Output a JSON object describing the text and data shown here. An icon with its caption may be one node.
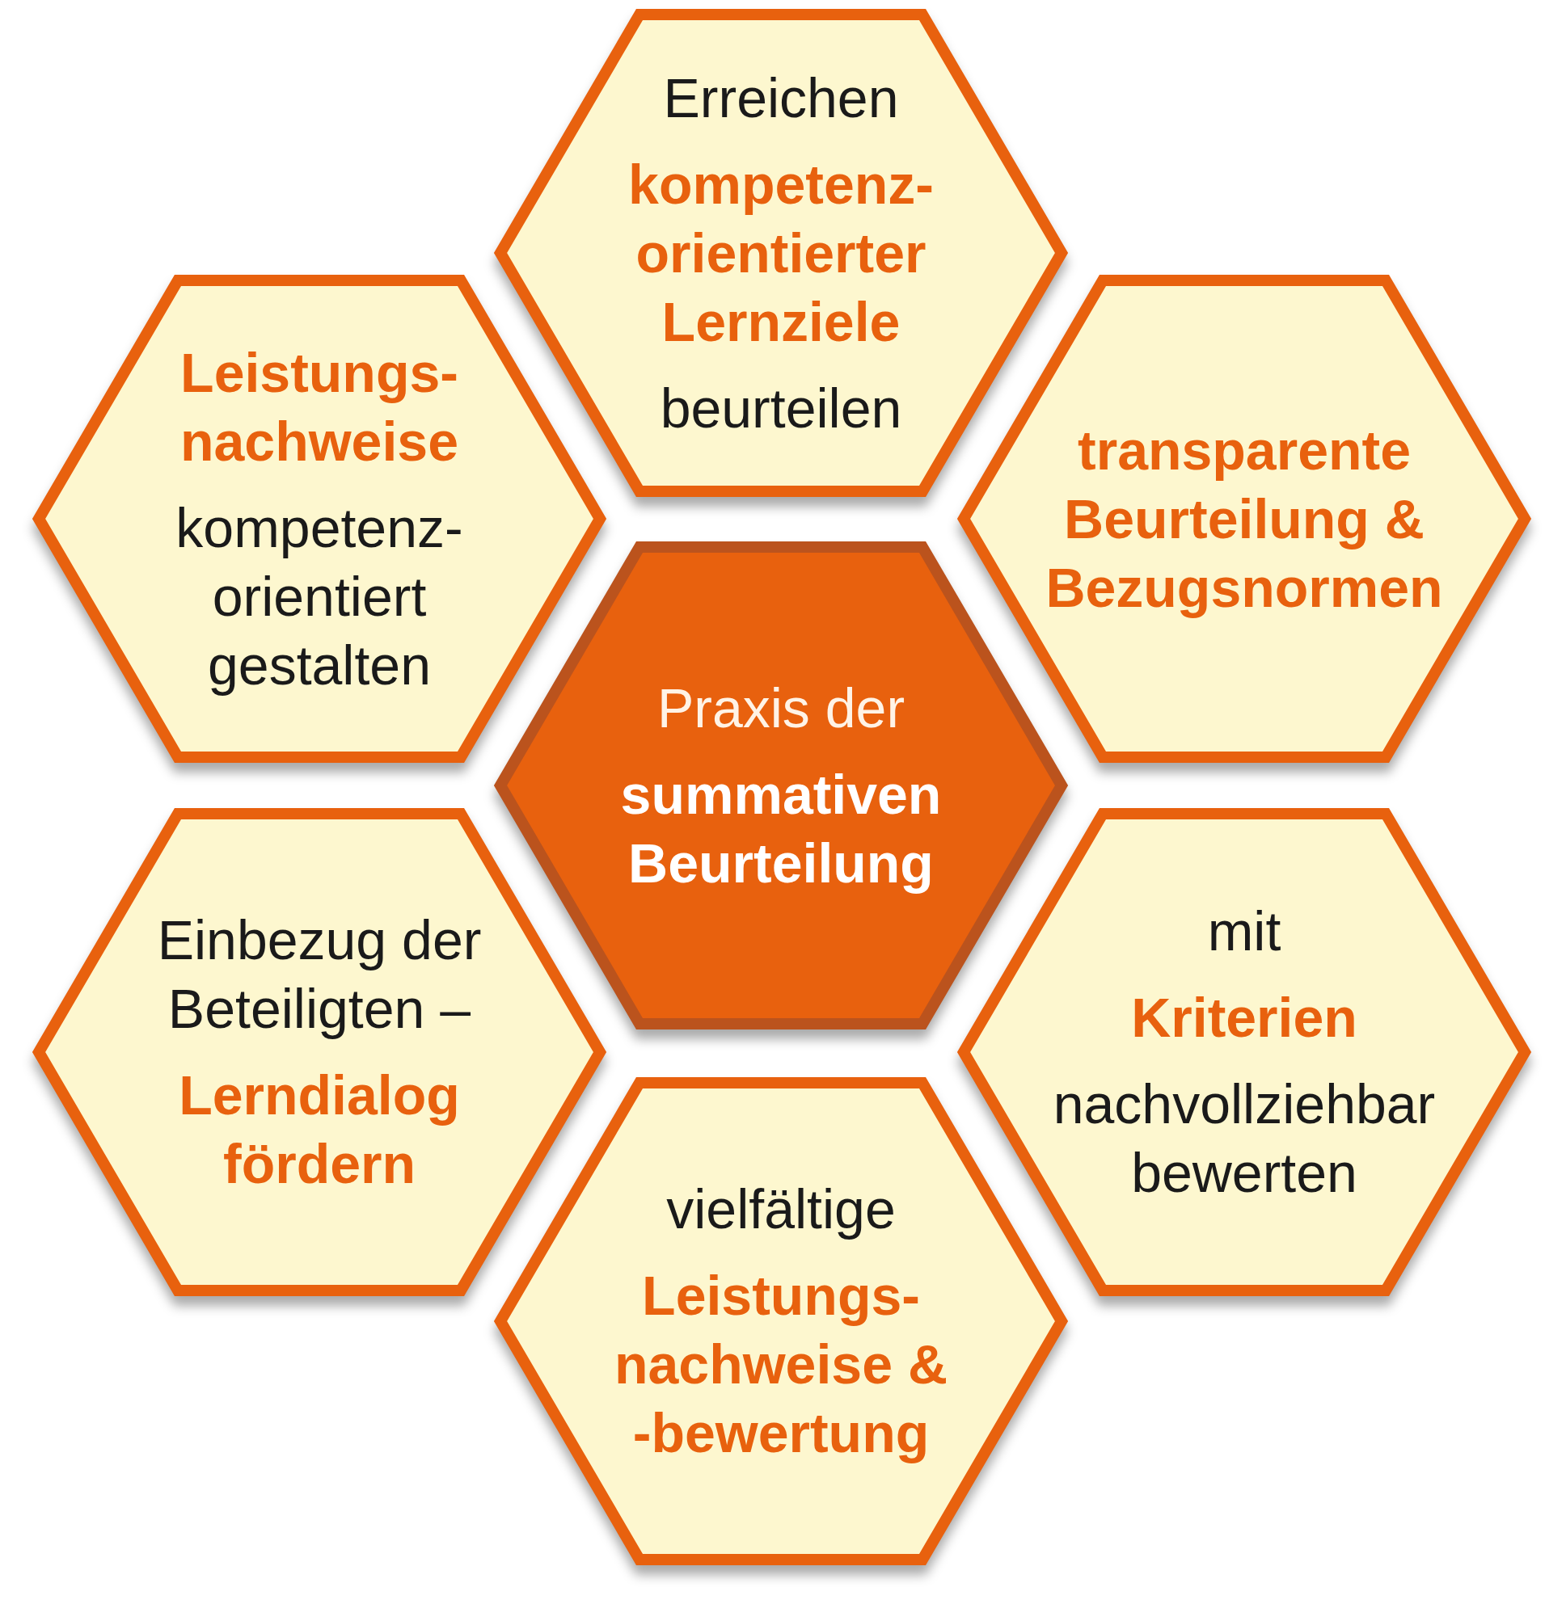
{
  "diagram": {
    "nodes": [
      {
        "text": [
          "Erreichen",
          "kompetenz- orientierter Lernziele",
          "beurteilen"
        ]
      },
      {
        "text": [
          "Leistungs- nachweise",
          "kompetenz- orientiert gestalten"
        ]
      },
      {
        "text": [
          "transparente Beurteilung & Bezugsnormen"
        ]
      },
      {
        "text": [
          "Praxis der",
          "summativen Beurteilung"
        ]
      },
      {
        "text": [
          "Einbezug der Beteiligten –",
          "Lerndialog fördern"
        ]
      },
      {
        "text": [
          "mit",
          "Kriterien",
          "nachvollziehbar bewerten"
        ]
      },
      {
        "text": [
          "vielfältige",
          "Leistungs- nachweise & -bewertung"
        ]
      }
    ]
  }
}
